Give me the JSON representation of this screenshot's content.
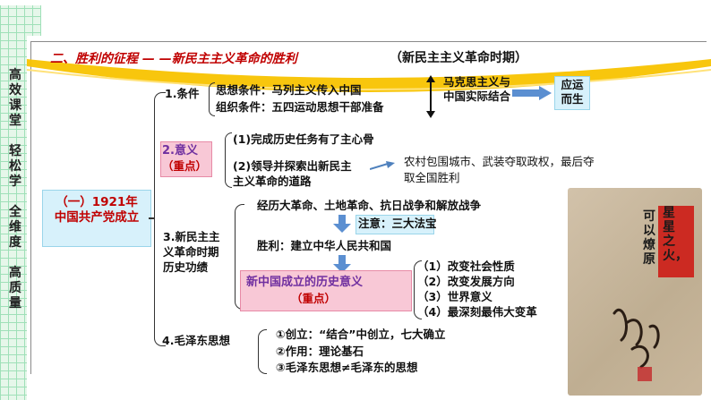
{
  "side_title": [
    "高",
    "效",
    "课",
    "堂",
    "",
    "轻",
    "松",
    "学",
    "",
    "全",
    "维",
    "度",
    "",
    "高",
    "质",
    "量"
  ],
  "header": {
    "title": "二、胜利的征程 — —新民主主义革命的胜利",
    "period": "（新民主主义革命时期）"
  },
  "root_box": "（一）1921年中国共产党成立",
  "conditions": {
    "label": "1.条件",
    "thought": "思想条件：马列主义传入中国",
    "org": "组织条件：五四运动思想干部准备",
    "combine": "马克思主义与中国实际结合",
    "result": "应运而生"
  },
  "significance": {
    "label": "2.意义",
    "key": "（重点）",
    "item1": "(1)完成历史任务有了主心骨",
    "item2": "(2)领导并探索出新民主主义革命的道路",
    "road": "农村包围城市、武装夺取政权，最后夺取全国胜利"
  },
  "achievements": {
    "label": "3.新民主主义革命时期历史功绩",
    "wars": "经历大革命、土地革命、抗日战争和解放战争",
    "note": "注意：三大法宝",
    "victory": "胜利：建立中华人民共和国",
    "meaning": "新中国成立的历史意义",
    "meaning_key": "（重点）",
    "points": [
      "（1）改变社会性质",
      "（2）改变发展方向",
      "（3）世界意义",
      "（4）最深刻最伟大变革"
    ]
  },
  "mao": {
    "label": "4.毛泽东思想",
    "items": [
      "①创立：“结合”中创立，七大确立",
      "②作用：理论基石",
      "③毛泽东思想≠毛泽东的思想"
    ]
  },
  "photo_text": [
    "星星之火，",
    "可以燎原"
  ],
  "colors": {
    "red_title": "#c00000",
    "purple": "#7030a0",
    "blue_box": "#d7f1fb",
    "pink_box": "#f8c8d6",
    "arrow_blue": "#4f81bd",
    "gold_arc": "#f5c100"
  }
}
